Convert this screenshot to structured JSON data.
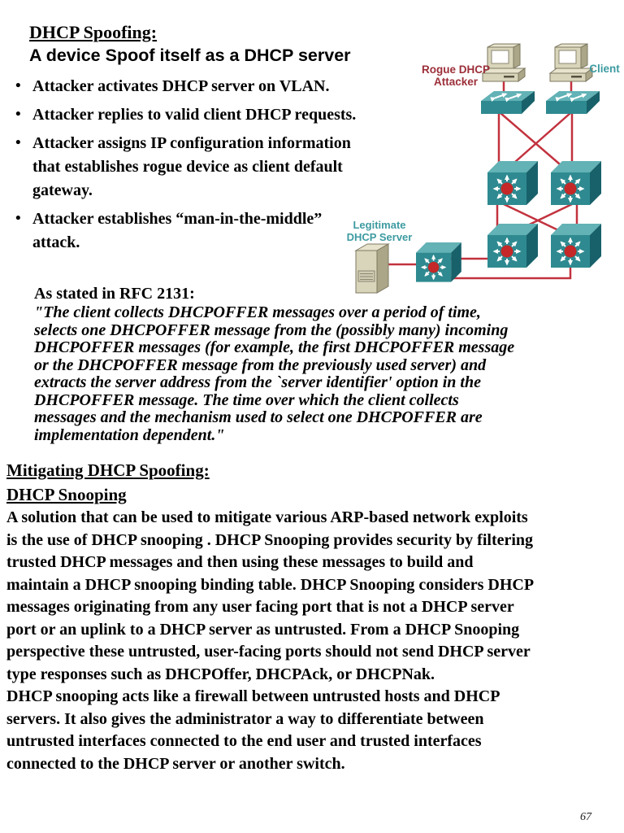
{
  "slide": {
    "title": "DHCP Spoofing:",
    "subtitle": "A device Spoof itself as a DHCP server",
    "page_number": "67"
  },
  "bullets": [
    {
      "lines": [
        "Attacker activates DHCP server on VLAN."
      ]
    },
    {
      "lines": [
        "Attacker replies to valid client DHCP requests."
      ]
    },
    {
      "lines": [
        "Attacker assigns IP configuration information",
        "that establishes rogue device as client default",
        "gateway."
      ]
    },
    {
      "lines": [
        "Attacker establishes “man-in-the-middle”",
        "attack."
      ]
    }
  ],
  "rfc": {
    "heading": "As stated in RFC 2131:",
    "quote_lines": [
      "\"The client collects DHCPOFFER messages over a period of time,",
      "selects one DHCPOFFER message from the (possibly many) incoming",
      "DHCPOFFER messages (for example, the first DHCPOFFER message",
      "or the DHCPOFFER message from the previously used server) and",
      "extracts the server address from the `server identifier' option in the",
      "DHCPOFFER message. The time over which the client collects",
      "messages and the mechanism used to select one DHCPOFFER are",
      "implementation dependent.\""
    ]
  },
  "mitigation": {
    "heading": "Mitigating DHCP Spoofing:",
    "subheading": "DHCP Snooping",
    "paragraph1_lines": [
      "A solution that can be used to mitigate various ARP-based network exploits",
      "is the use of DHCP snooping . DHCP Snooping provides security by filtering",
      "trusted DHCP messages and then using these messages to build and",
      "maintain a DHCP snooping binding table. DHCP Snooping considers DHCP",
      "messages originating from any user facing port that is not a DHCP server",
      "port or an uplink to a DHCP server as untrusted. From a DHCP Snooping",
      "perspective these untrusted, user-facing ports should not send DHCP server",
      "type responses such as DHCPOffer, DHCPAck, or DHCPNak."
    ],
    "paragraph2_lines": [
      "DHCP snooping acts like a firewall between untrusted hosts and DHCP",
      "servers. It also gives the administrator a way to differentiate between",
      "untrusted interfaces connected to the end user and trusted interfaces",
      "connected to the DHCP server or another switch."
    ]
  },
  "diagram": {
    "labels": {
      "attacker_line1": "Rogue DHCP",
      "attacker_line2": "Attacker",
      "client": "Client",
      "server_line1": "Legitimate",
      "server_line2": "DHCP Server"
    },
    "colors": {
      "link_line": "#c2323e",
      "attacker_label": "#9c2f39",
      "client_label": "#3d9ba1",
      "switch_front": "#2e8a90",
      "switch_top": "#62b2b6",
      "switch_side": "#18616a",
      "hub_dot": "#c42828",
      "device_front": "#d9d5bb",
      "device_side": "#aba687",
      "device_top": "#e7e3cc"
    }
  }
}
